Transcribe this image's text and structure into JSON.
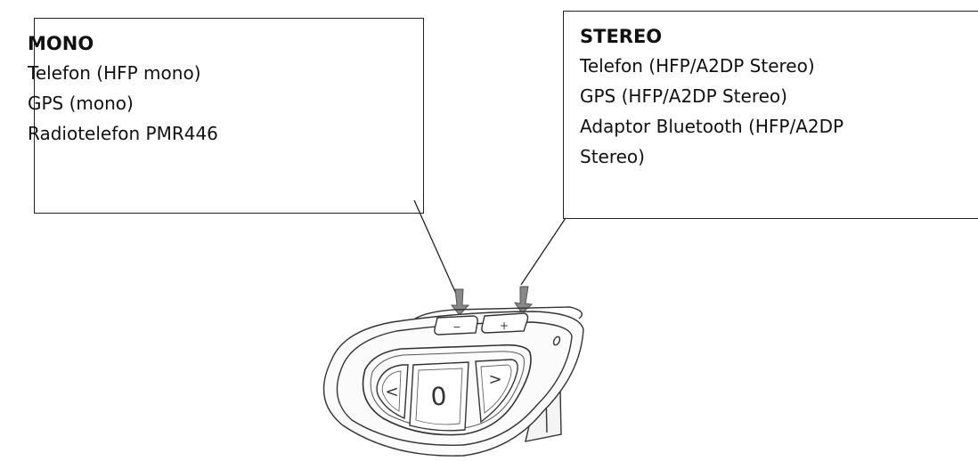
{
  "mono": {
    "heading": "MONO",
    "items": [
      "Telefon (HFP mono)",
      "GPS (mono)",
      "Radiotelefon PMR446"
    ]
  },
  "stereo": {
    "heading": "STEREO",
    "items": [
      "Telefon (HFP/A2DP Stereo)",
      "GPS (HFP/A2DP Stereo)",
      "Adaptor Bluetooth (HFP/A2DP",
      "Stereo)"
    ]
  },
  "device": {
    "minus_button_symbol": "−",
    "plus_button_symbol": "+",
    "left_button_symbol": "<",
    "center_button_symbol": "0",
    "right_button_symbol": ">"
  }
}
